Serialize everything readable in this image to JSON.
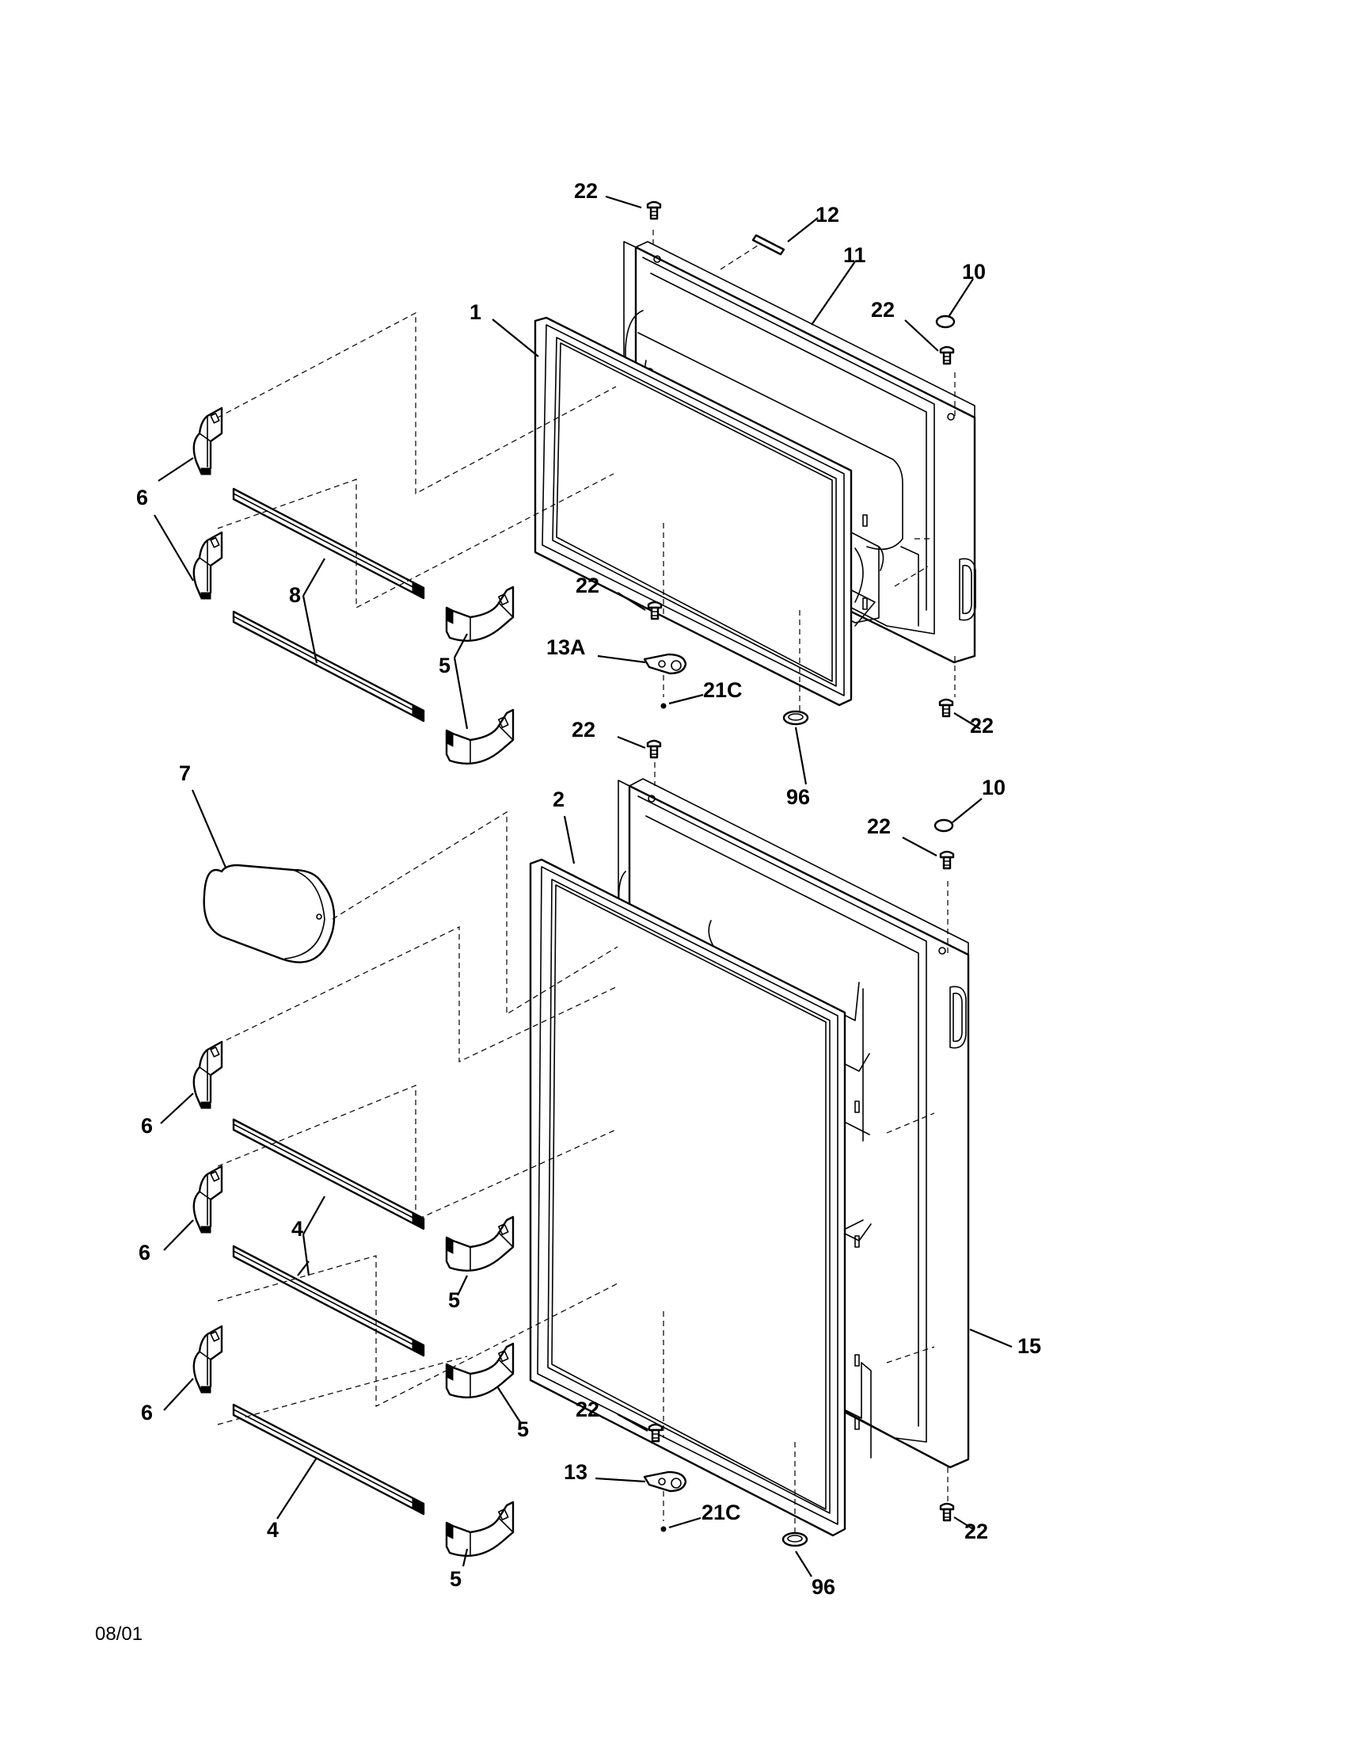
{
  "diagram": {
    "date_code": "08/01",
    "callouts": {
      "c22_a": "22",
      "c12": "12",
      "c11": "11",
      "c10_a": "10",
      "c22_b": "22",
      "c1": "1",
      "c6_a": "6",
      "c8": "8",
      "c22_c": "22",
      "c13a": "13A",
      "c5_a": "5",
      "c21c_a": "21C",
      "c22_d": "22",
      "c22_e": "22",
      "c96_a": "96",
      "c7": "7",
      "c2": "2",
      "c10_b": "10",
      "c22_f": "22",
      "c6_b": "6",
      "c4_a": "4",
      "c6_c": "6",
      "c5_b": "5",
      "c15": "15",
      "c22_g": "22",
      "c6_d": "6",
      "c5_c": "5",
      "c13": "13",
      "c21c_b": "21C",
      "c4_b": "4",
      "c22_h": "22",
      "c5_d": "5",
      "c96_b": "96"
    }
  }
}
